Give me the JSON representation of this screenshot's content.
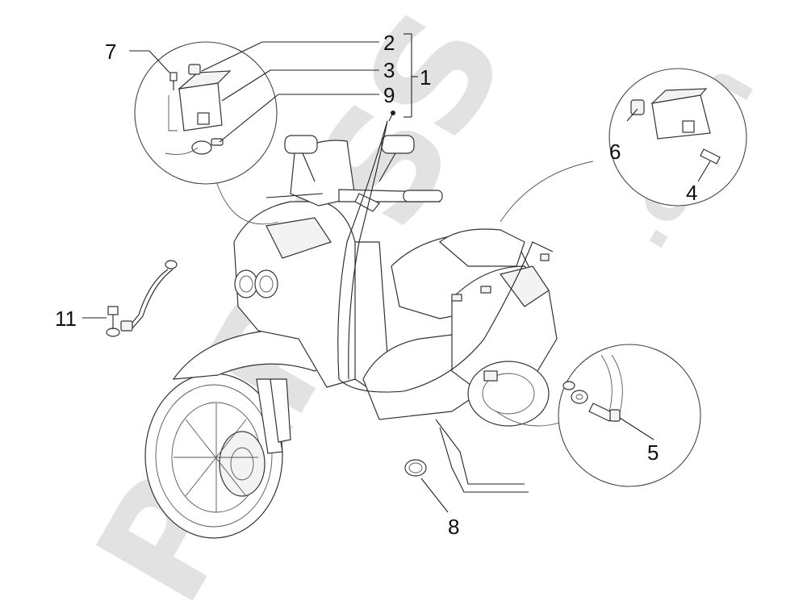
{
  "watermark": {
    "brand_text": "PARTSS",
    "domain_text": ".com",
    "color": "#e2e2e2"
  },
  "callouts": [
    {
      "id": "1",
      "label": "1"
    },
    {
      "id": "2",
      "label": "2"
    },
    {
      "id": "3",
      "label": "3"
    },
    {
      "id": "4",
      "label": "4"
    },
    {
      "id": "5",
      "label": "5"
    },
    {
      "id": "6",
      "label": "6"
    },
    {
      "id": "7",
      "label": "7"
    },
    {
      "id": "8",
      "label": "8"
    },
    {
      "id": "9",
      "label": "9"
    },
    {
      "id": "11",
      "label": "11"
    }
  ],
  "colors": {
    "line": "#222222",
    "part_fill": "#ffffff",
    "shade": "#f3f3f3"
  }
}
